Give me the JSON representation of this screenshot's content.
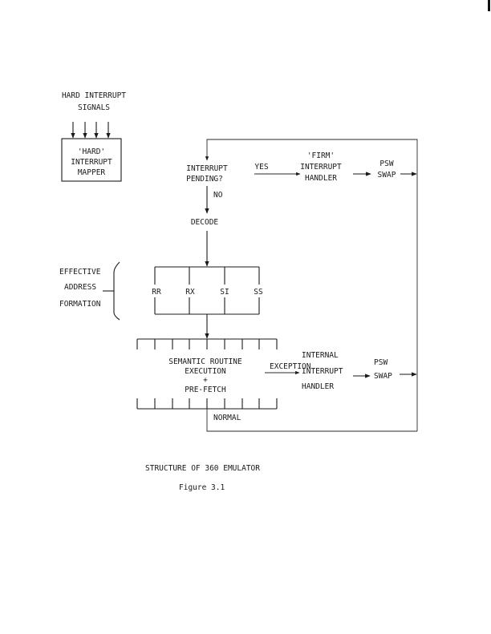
{
  "hard_signals": {
    "line1": "HARD INTERRUPT",
    "line2": "SIGNALS"
  },
  "hard_mapper": {
    "line1": "'HARD'",
    "line2": "INTERRUPT",
    "line3": "MAPPER"
  },
  "interrupt_pending": {
    "line1": "INTERRUPT",
    "line2": "PENDING?"
  },
  "yes_label": "YES",
  "no_label": "NO",
  "firm_handler": {
    "line1": "'FIRM'",
    "line2": "INTERRUPT",
    "line3": "HANDLER"
  },
  "psw_swap_top": {
    "line1": "PSW",
    "line2": "SWAP"
  },
  "decode": "DECODE",
  "eaf": {
    "line1": "EFFECTIVE",
    "line2": "ADDRESS",
    "line3": "FORMATION"
  },
  "formats": [
    "RR",
    "RX",
    "SI",
    "SS"
  ],
  "semantic": {
    "line1": "SEMANTIC ROUTINE",
    "line2": "EXECUTION",
    "line3": "+",
    "line4": "PRE-FETCH"
  },
  "exception_label": "EXCEPTION",
  "internal_handler": {
    "line1": "INTERNAL",
    "line2": "INTERRUPT",
    "line3": "HANDLER"
  },
  "psw_swap_bottom": {
    "line1": "PSW",
    "line2": "SWAP"
  },
  "normal_label": "NORMAL",
  "caption": {
    "title": "STRUCTURE OF 360 EMULATOR",
    "figure": "Figure 3.1"
  }
}
